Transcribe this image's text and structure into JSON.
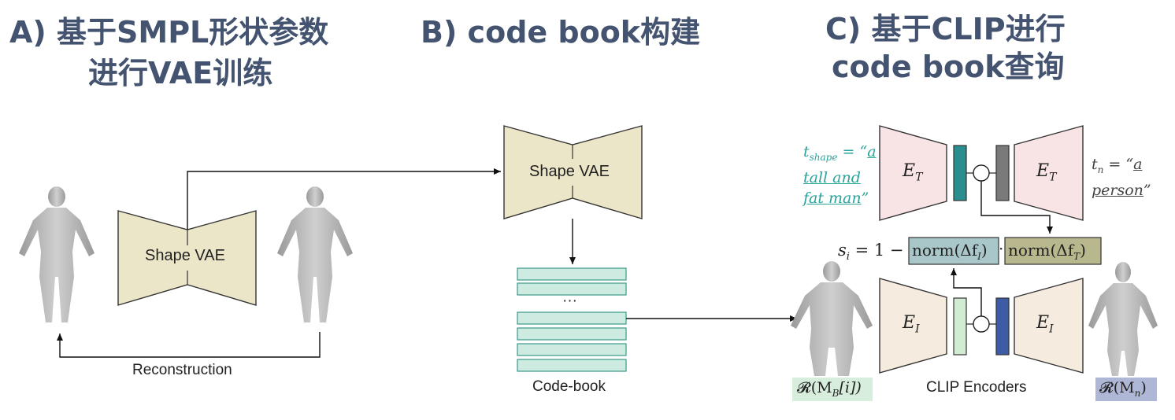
{
  "titles": {
    "a_line1": "A) 基于SMPL形状参数",
    "a_line2": "进行VAE训练",
    "b": "B) code book构建",
    "c_line1": "C) 基于CLIP进行",
    "c_line2": "code book查询"
  },
  "panel_a": {
    "vae_label": "Shape VAE",
    "reconstruction_label": "Reconstruction"
  },
  "panel_b": {
    "vae_label": "Shape VAE",
    "ellipsis": "···",
    "codebook_label": "Code-book"
  },
  "panel_c": {
    "t_shape_prefix": "t",
    "t_shape_sub": "shape",
    "t_shape_eq": " = “",
    "t_shape_text1": "a",
    "t_shape_text2": "tall and",
    "t_shape_text3": "fat man",
    "t_shape_close": "”",
    "t_n_prefix": "t",
    "t_n_sub": "n",
    "t_n_eq": " = “",
    "t_n_text1": "a",
    "t_n_text2": "person",
    "t_n_close": "”",
    "encoder_text_label": "E",
    "encoder_text_sub": "T",
    "encoder_image_label": "E",
    "encoder_image_sub": "I",
    "minus_symbol": "−",
    "score_prefix": "s",
    "score_sub": "i",
    "score_eq": " = 1 − ",
    "norm_fi": "norm(Δf",
    "norm_fi_sub": "I",
    "norm_close": ")",
    "dot": "·",
    "norm_ft": "norm(Δf",
    "norm_ft_sub": "T",
    "render_b_label": "𝓡(M",
    "render_b_sub": "B",
    "render_b_idx": "[i])",
    "render_n_label": "𝓡(M",
    "render_n_sub": "n",
    "render_n_close": ")",
    "clip_label": "CLIP Encoders"
  },
  "colors": {
    "title": "#44536f",
    "vae_fill": "#ece6c8",
    "codebook_fill": "#cdebe0",
    "codebook_stroke": "#3a9a88",
    "encoder_fill": "#f8e4e4",
    "encoder_image_fill": "#f6ebdf",
    "teal_bar": "#2a8e8f",
    "gray_bar": "#7a7a7a",
    "light_green_bar": "#d2ebd3",
    "blue_bar": "#3c5ca6",
    "norm_fi_fill": "#a9c7c9",
    "norm_ft_fill": "#b8b78e",
    "render_b_fill": "#d8eedc",
    "render_n_fill": "#aeb7d6"
  }
}
